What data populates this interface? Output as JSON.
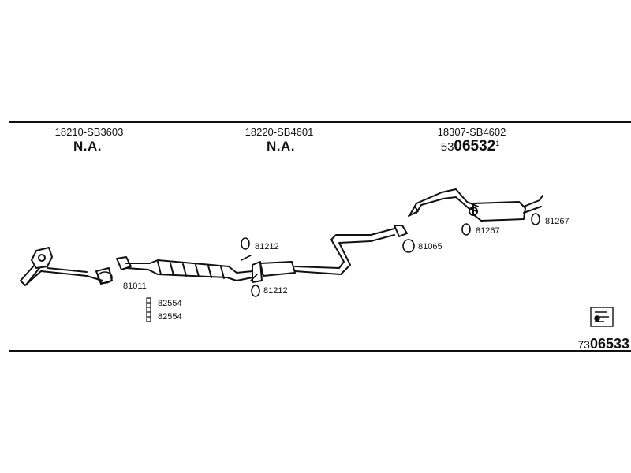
{
  "sections": [
    {
      "oe_number": "18210-SB3603",
      "subtitle": "N.A."
    },
    {
      "oe_number": "18220-SB4601",
      "subtitle": "N.A."
    },
    {
      "oe_number": "18307-SB4602",
      "code_prefix": "53",
      "code_main": "06532",
      "code_suffix": "1"
    }
  ],
  "parts": [
    {
      "label": "81011"
    },
    {
      "label": "82554"
    },
    {
      "label": "82554"
    },
    {
      "label": "81212"
    },
    {
      "label": "81212"
    },
    {
      "label": "81065"
    },
    {
      "label": "81267"
    },
    {
      "label": "81267"
    }
  ],
  "footer": {
    "code_prefix": "73",
    "code_main": "06533"
  },
  "icons": {
    "legend": "document-icon"
  }
}
